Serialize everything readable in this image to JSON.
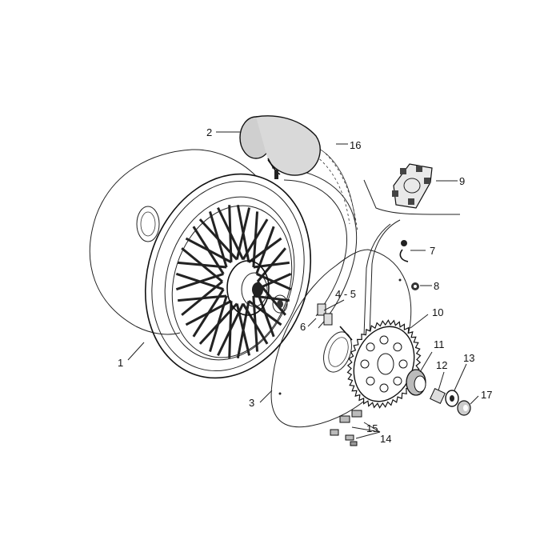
{
  "callouts": [
    {
      "id": "1",
      "text": "1"
    },
    {
      "id": "2",
      "text": "2"
    },
    {
      "id": "3",
      "text": "3"
    },
    {
      "id": "4-5",
      "text": "4 - 5"
    },
    {
      "id": "6",
      "text": "6"
    },
    {
      "id": "7",
      "text": "7"
    },
    {
      "id": "8",
      "text": "8"
    },
    {
      "id": "9",
      "text": "9"
    },
    {
      "id": "10",
      "text": "10"
    },
    {
      "id": "11",
      "text": "11"
    },
    {
      "id": "12",
      "text": "12"
    },
    {
      "id": "13",
      "text": "13"
    },
    {
      "id": "14",
      "text": "14"
    },
    {
      "id": "15",
      "text": "15"
    },
    {
      "id": "16",
      "text": "16"
    },
    {
      "id": "17",
      "text": "17"
    }
  ]
}
